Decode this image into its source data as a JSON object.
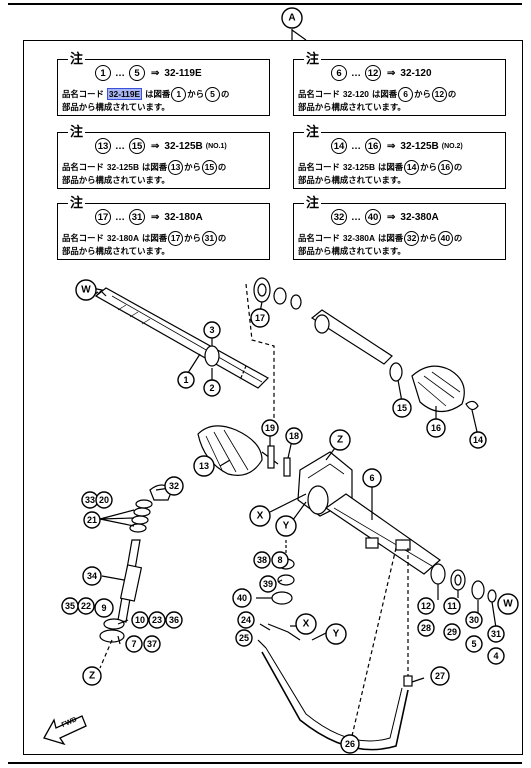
{
  "header": {
    "ref_letter": "A"
  },
  "note_label": "注",
  "notes": [
    {
      "from": "1",
      "to": "5",
      "code": "32-119E",
      "sub": "",
      "line2_mid": "は図番",
      "line2_end": "の",
      "line3": "部品から構成されています。"
    },
    {
      "from": "6",
      "to": "12",
      "code": "32-120",
      "sub": "",
      "line2_mid": "は図番",
      "line2_end": "の",
      "line3": "部品から構成されています。"
    },
    {
      "from": "13",
      "to": "15",
      "code": "32-125B",
      "sub": "(NO.1)",
      "line2_mid": "は図番",
      "line2_end": "の",
      "line3": "部品から構成されています。"
    },
    {
      "from": "14",
      "to": "16",
      "code": "32-125B",
      "sub": "(NO.2)",
      "line2_mid": "は図番",
      "line2_end": "の",
      "line3": "部品から構成されています。"
    },
    {
      "from": "17",
      "to": "31",
      "code": "32-180A",
      "sub": "",
      "line2_mid": "は図番",
      "line2_end": "の",
      "line3": "部品から構成されています。"
    },
    {
      "from": "32",
      "to": "40",
      "code": "32-380A",
      "sub": "",
      "line2_mid": "は図番",
      "line2_end": "の",
      "line3": "部品から構成されています。"
    }
  ],
  "notes_text": {
    "line2_prefix": "品名コード",
    "from_word": "から",
    "ellipsis": "…",
    "arrow": "⇒"
  },
  "callouts": {
    "W1": "W",
    "c3": "3",
    "c2": "2",
    "c1": "1",
    "c17": "17",
    "c15": "15",
    "c16": "16",
    "c14": "14",
    "c19": "19",
    "c18": "18",
    "Z1": "Z",
    "c13": "13",
    "c6": "6",
    "X1": "X",
    "Y1": "Y",
    "c32": "32",
    "c33": "33",
    "c20": "20",
    "c21": "21",
    "c34": "34",
    "c35": "35",
    "c22": "22",
    "c9": "9",
    "c10": "10",
    "c23": "23",
    "c36": "36",
    "c7": "7",
    "c37": "37",
    "Z2": "Z",
    "c38": "38",
    "c8": "8",
    "c39": "39",
    "c40": "40",
    "c12": "12",
    "c28": "28",
    "c11": "11",
    "c29": "29",
    "c30": "30",
    "c5": "5",
    "c31": "31",
    "c4": "4",
    "W2": "W",
    "c24": "24",
    "c25": "25",
    "X2": "X",
    "Y2": "Y",
    "c27": "27",
    "c26": "26"
  },
  "fwd_label": "FWD"
}
